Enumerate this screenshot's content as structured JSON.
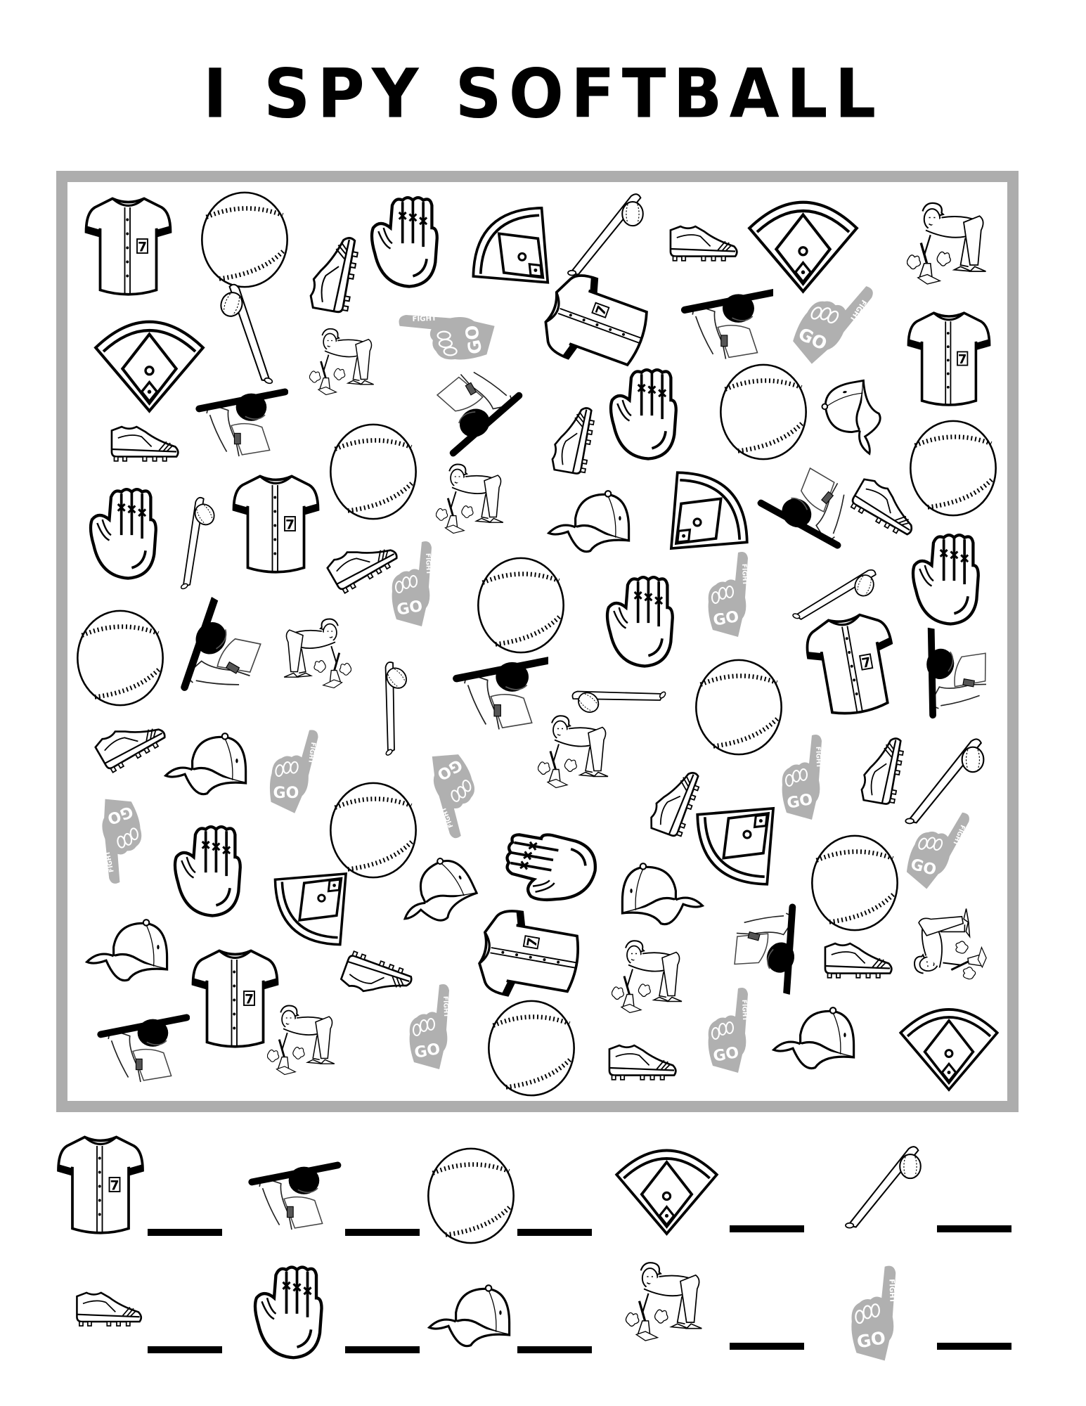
{
  "page": {
    "title": "I SPY SOFTBALL"
  },
  "colors": {
    "frame_border": "#adadad",
    "ink": "#000000",
    "foam_finger": "#b0b0b0"
  },
  "foam_finger_text": {
    "top": "FIGHT",
    "bottom": "GO"
  },
  "jersey_number": "7",
  "answer_key": {
    "row1": [
      {
        "icon": "jersey-icon",
        "answer": ""
      },
      {
        "icon": "batter-icon",
        "answer": ""
      },
      {
        "icon": "softball-icon",
        "answer": ""
      },
      {
        "icon": "baseball-diamond-icon",
        "answer": ""
      },
      {
        "icon": "bat-and-ball-icon",
        "answer": ""
      }
    ],
    "row2": [
      {
        "icon": "cleat-icon",
        "answer": ""
      },
      {
        "icon": "glove-icon",
        "answer": ""
      },
      {
        "icon": "cap-icon",
        "answer": ""
      },
      {
        "icon": "groundskeeper-icon",
        "answer": ""
      },
      {
        "icon": "foam-finger-icon",
        "answer": ""
      }
    ]
  }
}
